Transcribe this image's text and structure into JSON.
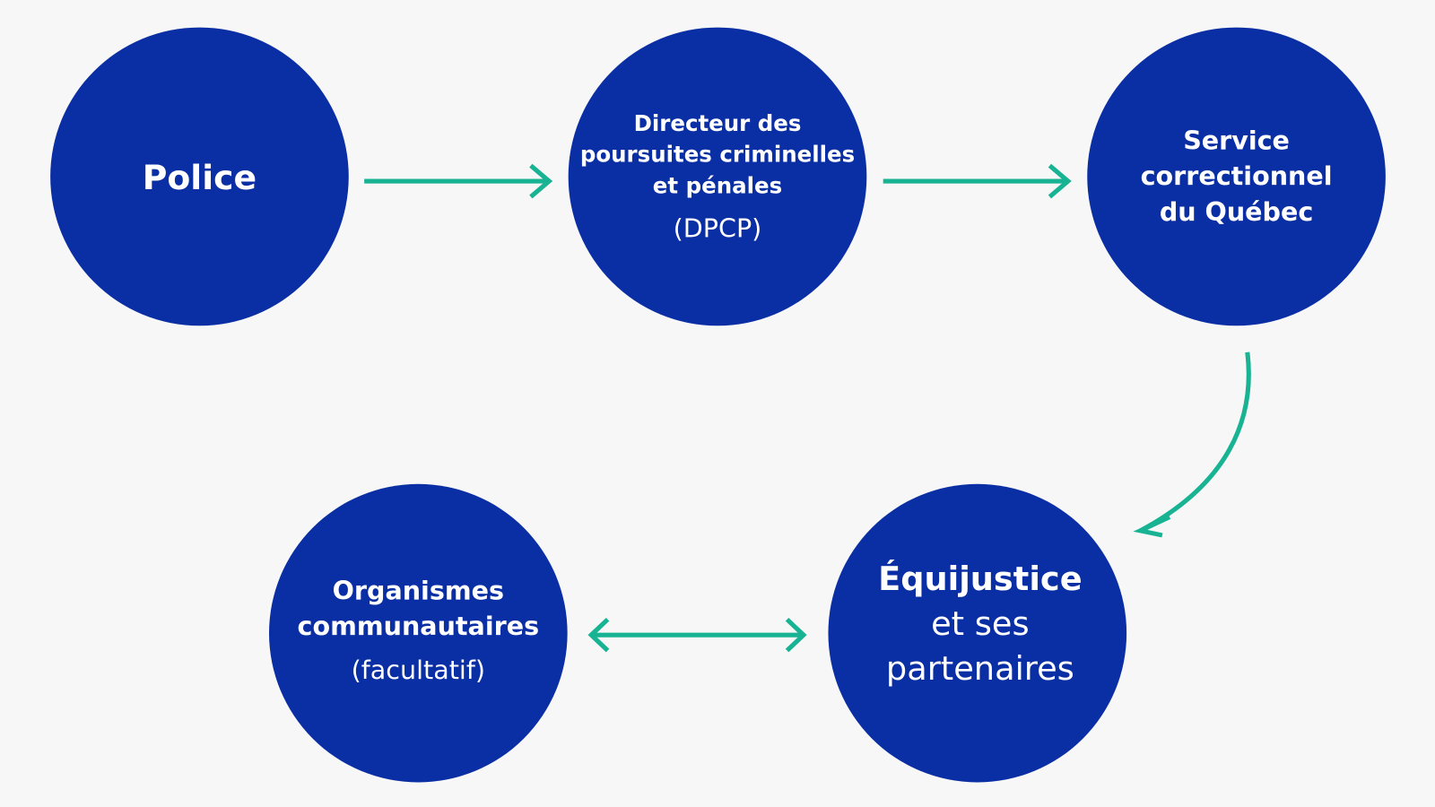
{
  "colors": {
    "node": "#0a2ea3",
    "arrow": "#17b393",
    "background": "#f7f7f7"
  },
  "nodes": {
    "police": {
      "line1": "Police"
    },
    "dpcp": {
      "line1": "Directeur des",
      "line2": "poursuites criminelles",
      "line3": "et pénales",
      "line4": "(DPCP)"
    },
    "scq": {
      "line1": "Service",
      "line2": "correctionnel",
      "line3": "du Québec"
    },
    "organismes": {
      "line1": "Organismes",
      "line2": "communautaires",
      "line3": "(facultatif)"
    },
    "equijustice": {
      "line1": "Équijustice",
      "line2": "et ses",
      "line3": "partenaires"
    }
  }
}
